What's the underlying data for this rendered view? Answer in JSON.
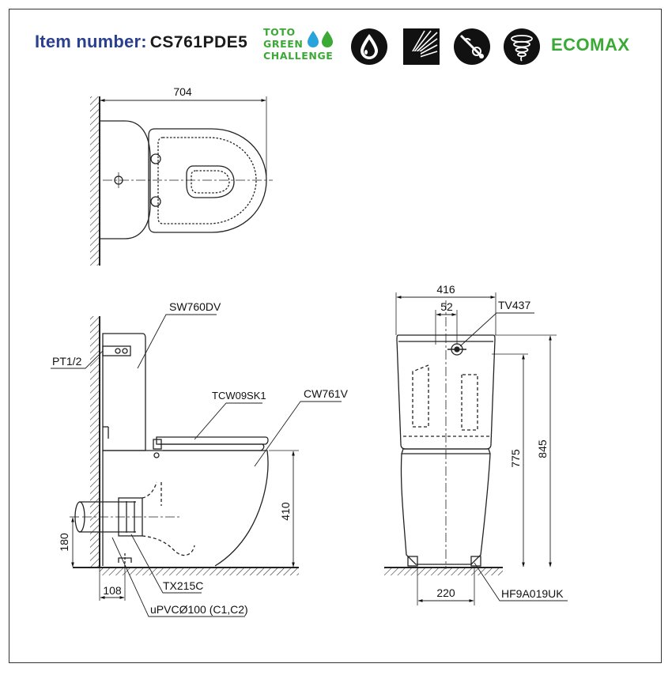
{
  "header": {
    "item_label": "Item number:",
    "item_number": "CS761PDE5",
    "green_challenge": [
      "TOTO",
      "GREEN",
      "CHALLENGE"
    ],
    "brand_logo": "ECOMAX",
    "accent_blue": "#2b3f8f",
    "accent_green": "#3aa935",
    "drop_color": "#29a3dc",
    "icons": [
      "water-drop-badge-icon",
      "spray-burst-icon",
      "no-touch-clean-icon",
      "tornado-flush-icon"
    ]
  },
  "top_view": {
    "overall_length": "704"
  },
  "side_view": {
    "tank_model": "SW760DV",
    "inlet": "PT1/2",
    "seat_model": "TCW09SK1",
    "bowl_model": "CW761V",
    "seat_height": "410",
    "outlet_height": "180",
    "outlet_offset": "108",
    "trap_adapter": "TX215C",
    "pipe": "uPVCØ100 (C1,C2)"
  },
  "front_view": {
    "overall_width": "416",
    "button_width": "52",
    "button_model": "TV437",
    "bowl_top_height": "775",
    "overall_height": "845",
    "fixing_span": "220",
    "fixing_kit": "HF9A019UK"
  }
}
